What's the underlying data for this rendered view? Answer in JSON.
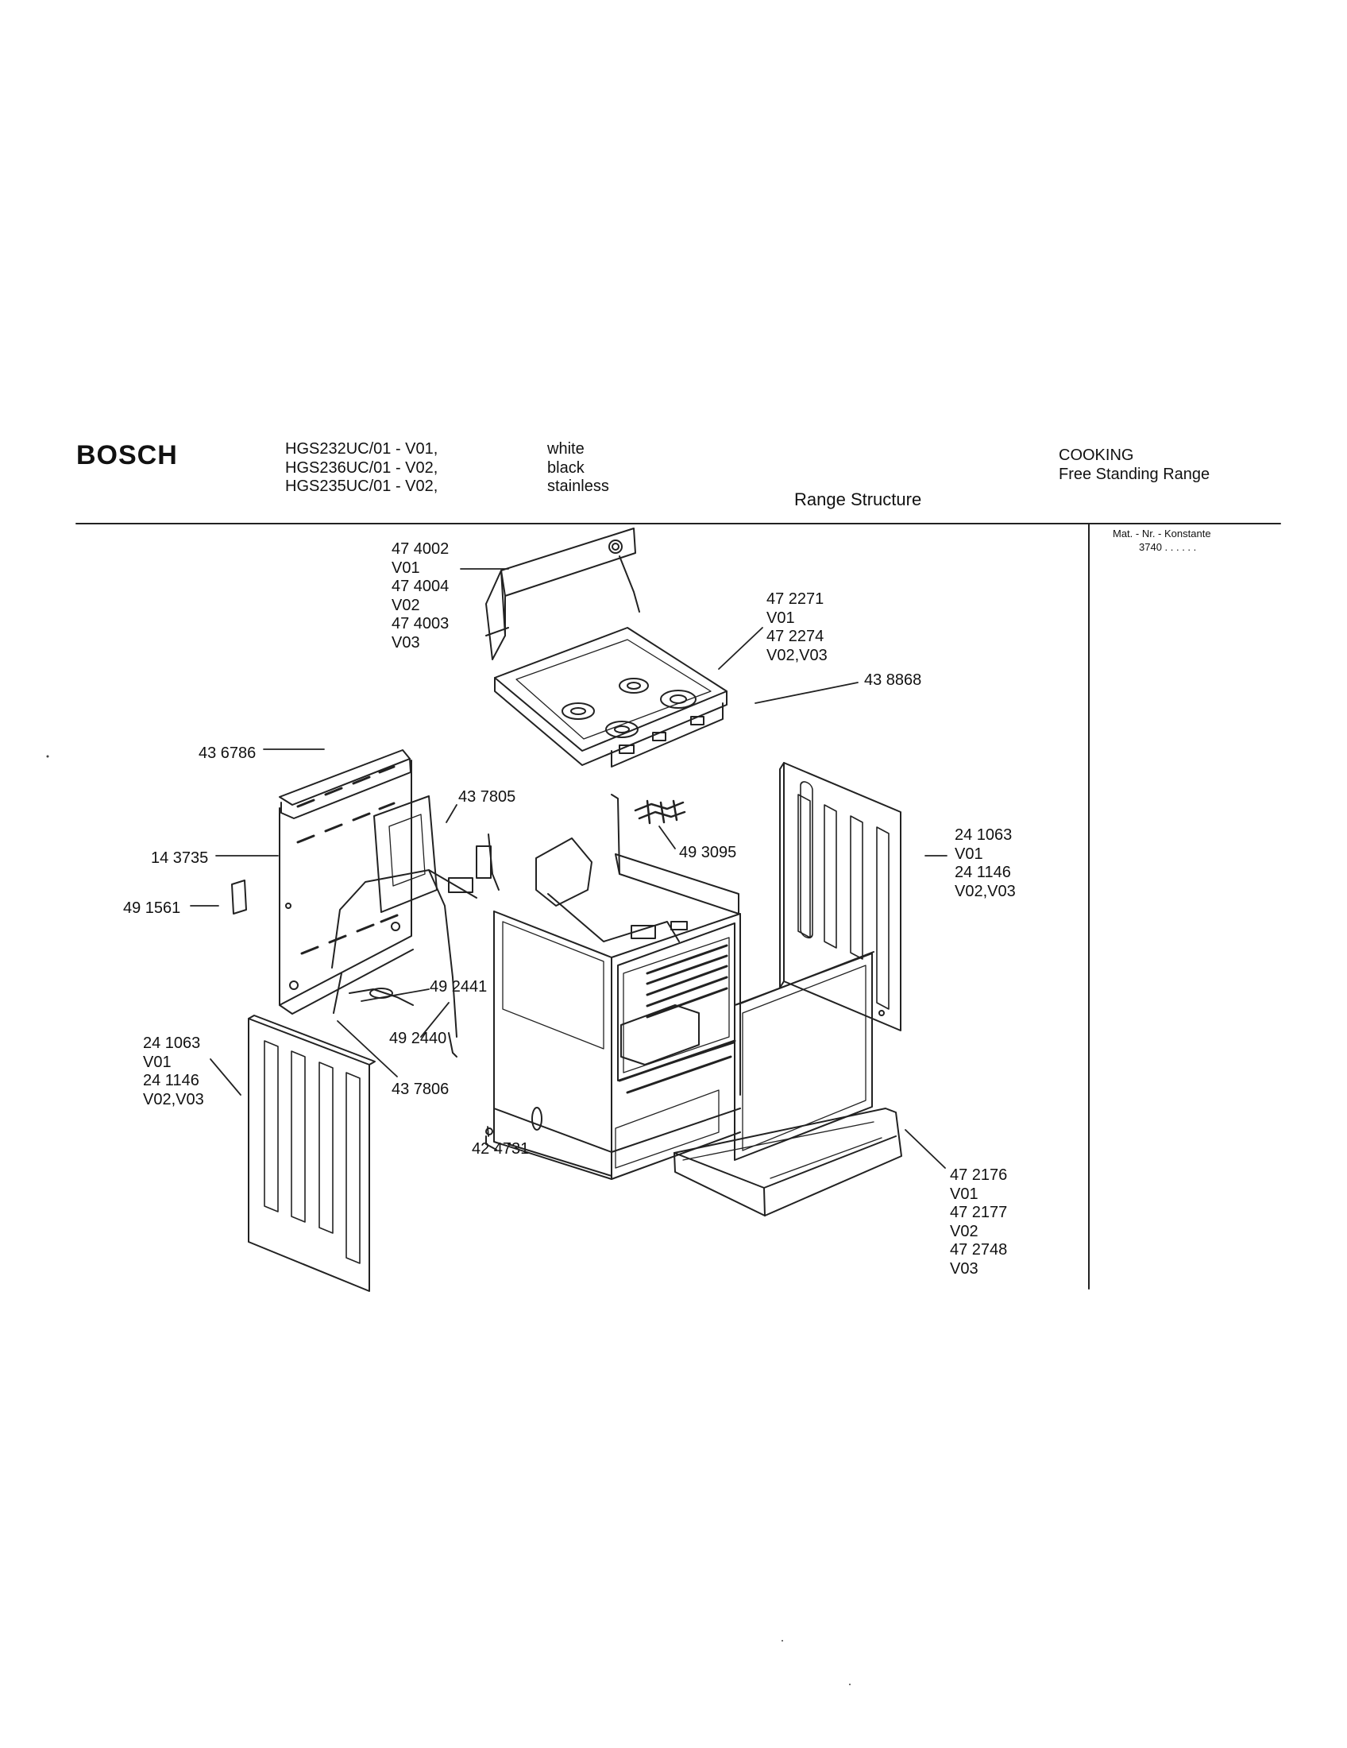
{
  "brand": "BOSCH",
  "models": [
    "HGS232UC/01 - V01,",
    "HGS236UC/01 - V02,",
    "HGS235UC/01 - V02,"
  ],
  "colors": [
    "white",
    "black",
    "stainless"
  ],
  "section_title": "Range Structure",
  "category": [
    "COOKING",
    "Free Standing Range"
  ],
  "side_note": [
    "Mat. - Nr. - Konstante",
    "3740 . .   . . . ."
  ],
  "callouts": {
    "backguard": "47 4002\nV01\n47 4004\nV02\n47 4003\nV03",
    "cooktop": "47 2271\nV01\n47 2274\nV02,V03",
    "cooktop_seal": "43 8868",
    "rear_panel_top": "43 6786",
    "rear_panel": "14 3735",
    "cover_plate": "49 1561",
    "bracket": "43 7805",
    "wiring": "49 3095",
    "right_side_panel": "24 1063\nV01\n24 1146\nV02,V03",
    "gas_tube_1": "49 2441",
    "gas_tube_2": "49 2440",
    "left_side_panel": "24 1063\nV01\n24 1146\nV02,V03",
    "tube_bracket": "43 7806",
    "leveling_leg": "42 4731",
    "drawer": "47 2176\nV01\n47 2177\nV02\n47 2748\nV03"
  }
}
